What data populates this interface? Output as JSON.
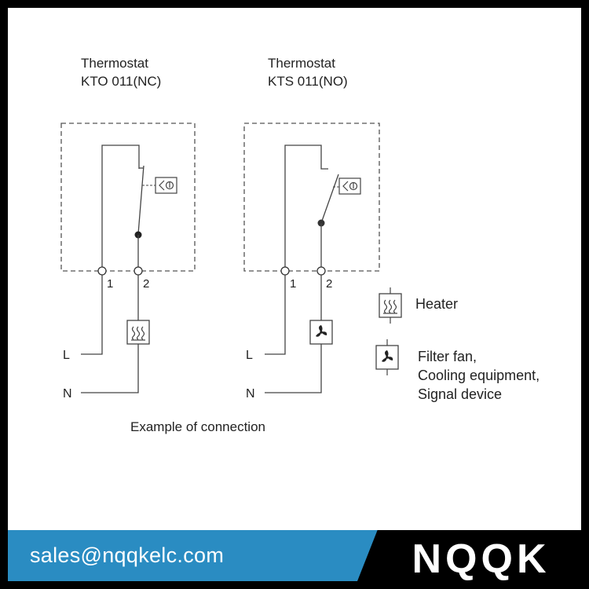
{
  "thermostat_nc": {
    "title": "Thermostat",
    "model": "KTO 011(NC)"
  },
  "thermostat_no": {
    "title": "Thermostat",
    "model": "KTS 011(NO)"
  },
  "terminals": {
    "t1": "1",
    "t2": "2"
  },
  "lines": {
    "l": "L",
    "n": "N"
  },
  "legend": {
    "heater": "Heater",
    "fan_line1": "Filter fan,",
    "fan_line2": "Cooling equipment,",
    "fan_line3": "Signal device"
  },
  "caption": "Example of connection",
  "banner": {
    "email": "sales@nqqkelc.com",
    "brand": "NQQK"
  },
  "colors": {
    "banner_blue": "#2a8cc2",
    "line": "#444444",
    "frame": "#000000"
  },
  "icons": {
    "heater": "heater-icon",
    "fan": "fan-icon",
    "thermo": "thermo-sensor-icon"
  }
}
